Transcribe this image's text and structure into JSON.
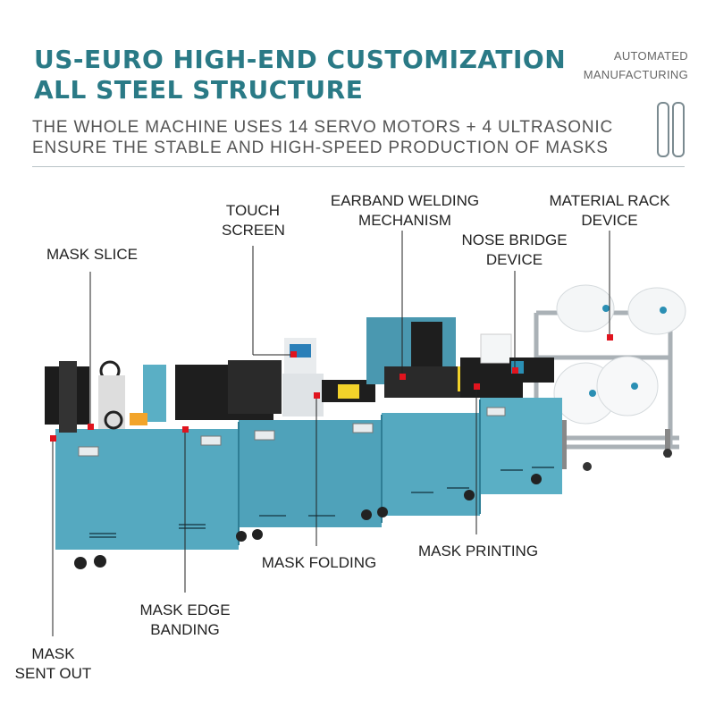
{
  "header": {
    "title_line1": "US-EURO HIGH-END CUSTOMIZATION",
    "title_line2": "ALL STEEL STRUCTURE",
    "top_right_line1": "AUTOMATED",
    "top_right_line2": "MANUFACTURING",
    "subtitle_line1": "THE WHOLE MACHINE USES 14 SERVO MOTORS + 4 ULTRASONIC",
    "subtitle_line2": "ENSURE THE STABLE AND HIGH-SPEED PRODUCTION OF MASKS"
  },
  "callouts": {
    "touch_screen": [
      "TOUCH",
      "SCREEN"
    ],
    "earband_welding": [
      "EARBAND WELDING",
      "MECHANISM"
    ],
    "material_rack": [
      "MATERIAL RACK",
      "DEVICE"
    ],
    "nose_bridge": [
      "NOSE BRIDGE",
      "DEVICE"
    ],
    "mask_slice": [
      "MASK SLICE"
    ],
    "mask_printing": [
      "MASK PRINTING"
    ],
    "mask_folding": [
      "MASK FOLDING"
    ],
    "mask_edge_banding": [
      "MASK EDGE",
      "BANDING"
    ],
    "mask_sent_out": [
      "MASK",
      "SENT OUT"
    ]
  },
  "colors": {
    "title": "#2a7a86",
    "machine_body": "#55a9c0",
    "marker": "#e0141e",
    "rack": "#c9ced2"
  }
}
